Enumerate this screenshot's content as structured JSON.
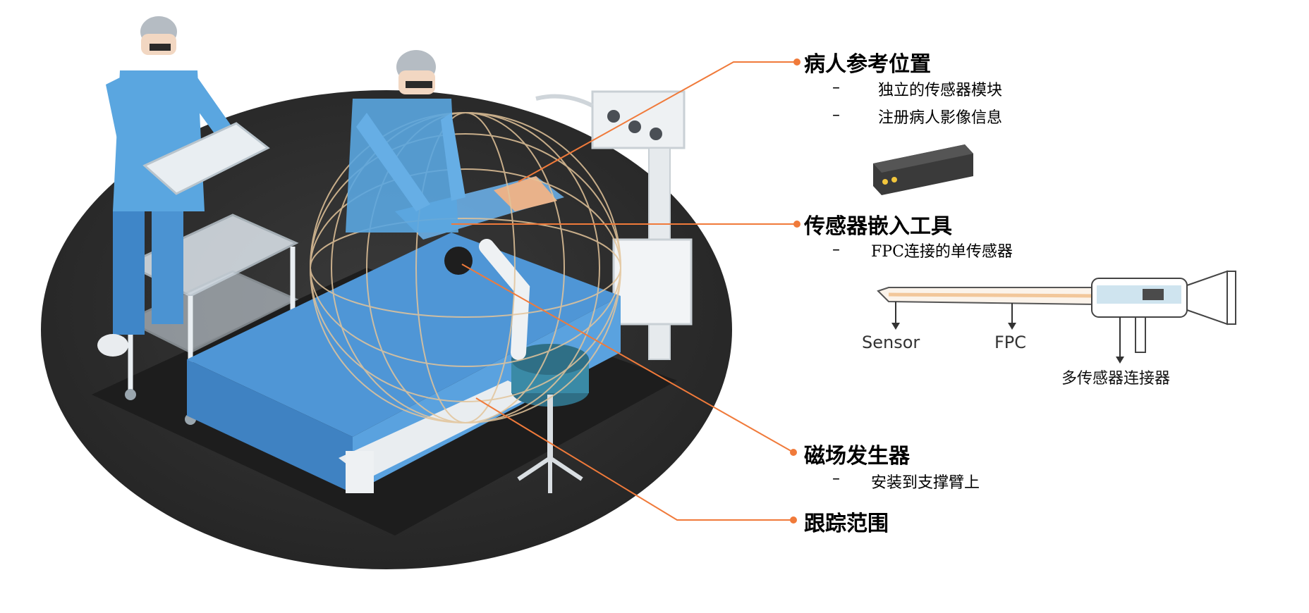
{
  "callouts": {
    "patient_ref": {
      "title": "病人参考位置",
      "items": [
        "独立的传感器模块",
        "注册病人影像信息"
      ]
    },
    "sensor_tool": {
      "title": "传感器嵌入工具",
      "items": [
        "FPC连接的单传感器"
      ]
    },
    "field_generator": {
      "title": "磁场发生器",
      "items": [
        "安装到支撑臂上"
      ]
    },
    "tracking_range": {
      "title": "跟踪范围"
    }
  },
  "tool_diagram": {
    "sensor_label": "Sensor",
    "fpc_label": "FPC",
    "connector_label": "多传感器连接器"
  },
  "bullet": "–",
  "colors": {
    "callout_line": "#f07a3a",
    "floor": "#2b2b2b",
    "scrubs": "#5aa6e0",
    "drape": "#4f96d6",
    "sphere": "#e3c49a"
  }
}
